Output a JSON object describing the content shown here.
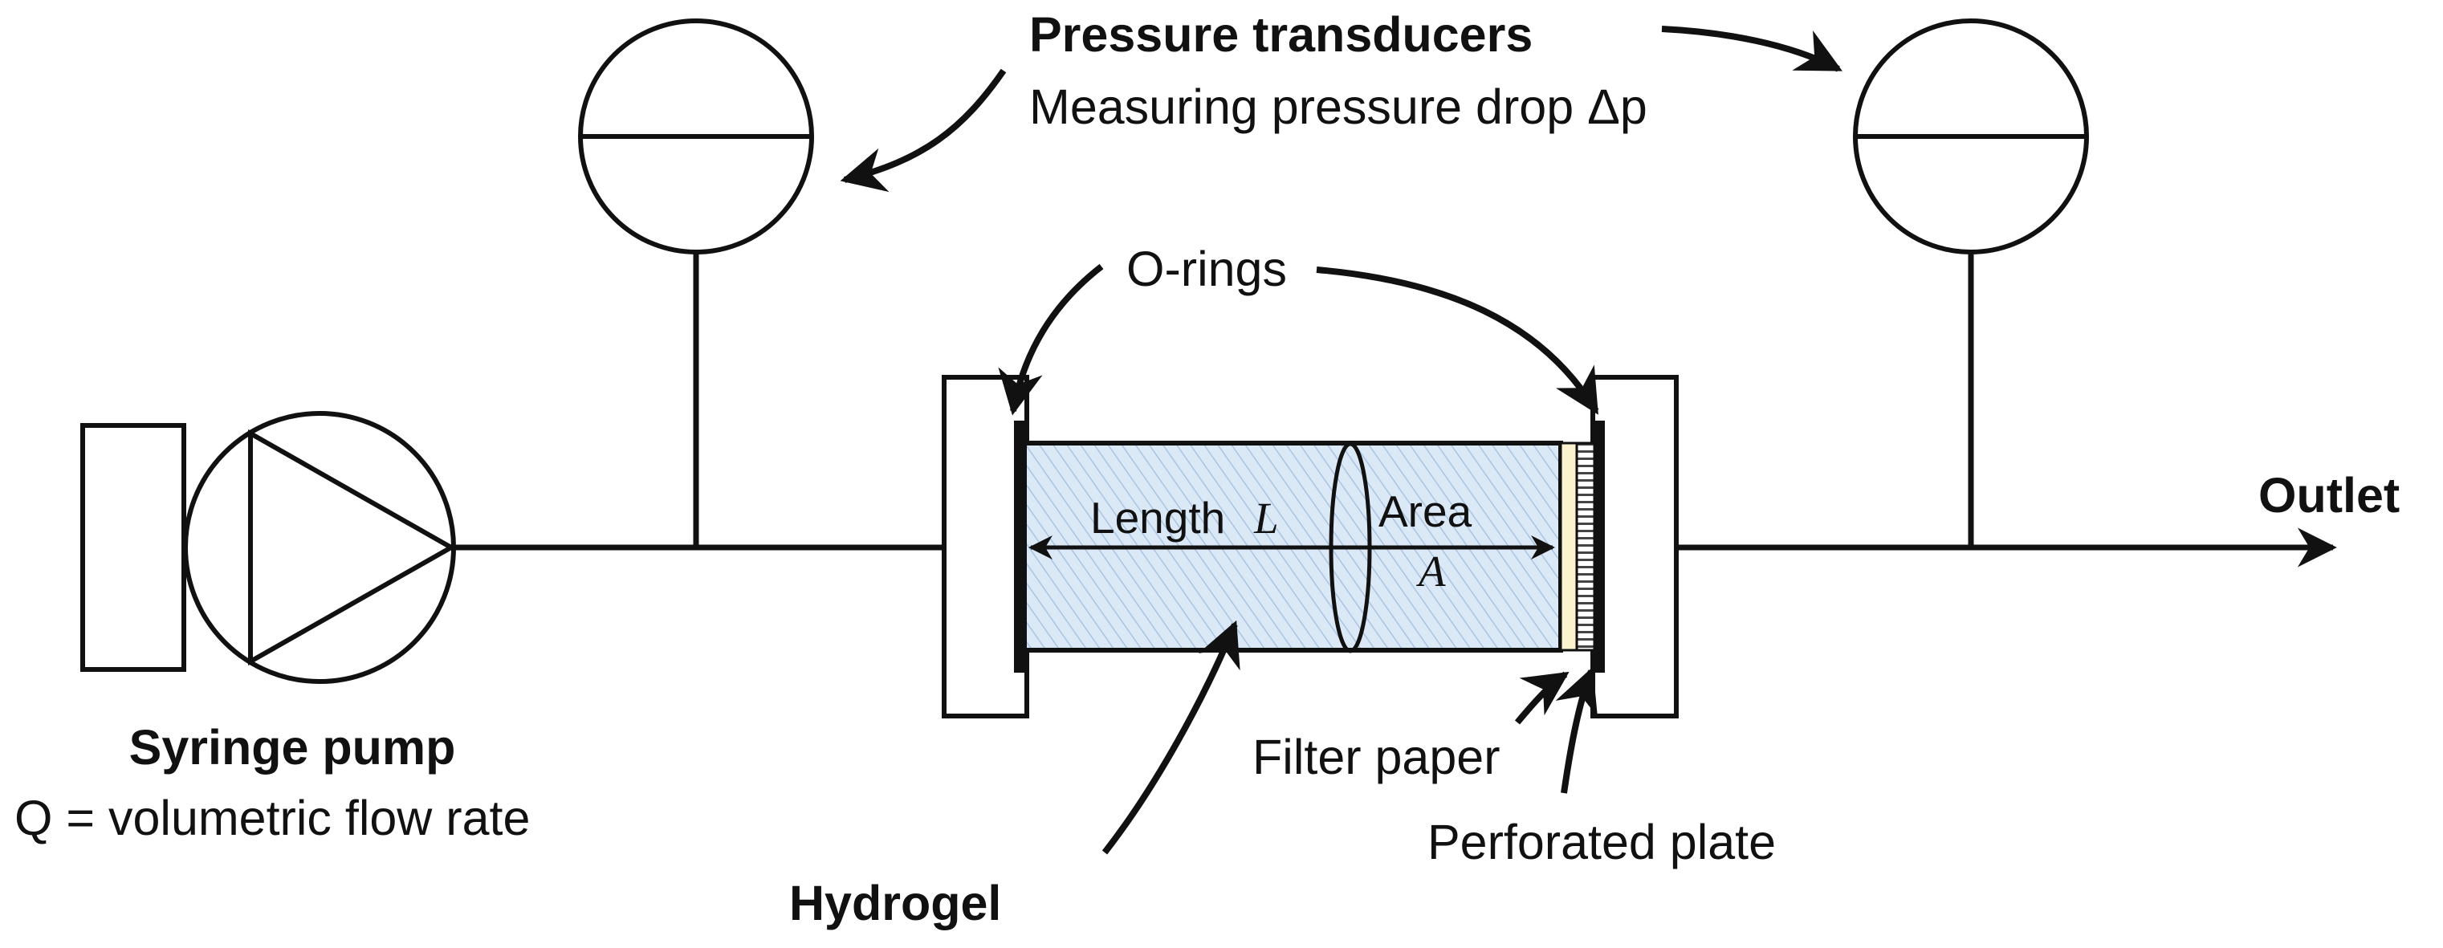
{
  "labels": {
    "pressure_title": "Pressure transducers",
    "pressure_sub": "Measuring pressure drop Δp",
    "o_rings": "O-rings",
    "outlet": "Outlet",
    "length": "Length",
    "length_symbol": "L",
    "area": "Area",
    "area_symbol": "A",
    "syringe_title": "Syringe pump",
    "syringe_sub": "Q = volumetric flow rate",
    "filter_paper": "Filter paper",
    "perforated_plate": "Perforated plate",
    "hydrogel": "Hydrogel"
  },
  "colors": {
    "line": "#111111",
    "hydrogel_fill": "#dbe8f5",
    "hydrogel_hatch": "#a9c4e3",
    "filter_fill": "#fbf3cf"
  }
}
